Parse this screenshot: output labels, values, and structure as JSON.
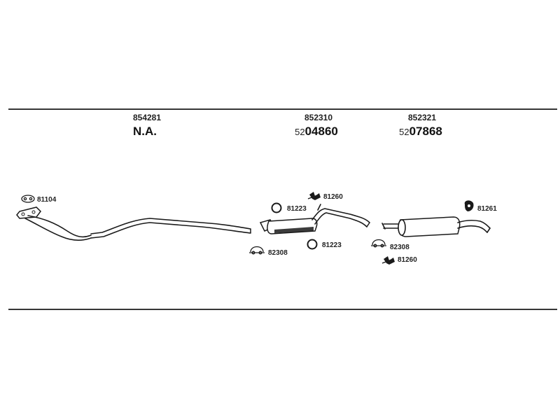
{
  "diagram": {
    "sections": [
      {
        "part_no": "854281",
        "reference": "N.A.",
        "prefix": "",
        "suffix": ""
      },
      {
        "part_no": "852310",
        "reference": "5204860",
        "prefix": "52",
        "suffix": "04860"
      },
      {
        "part_no": "852321",
        "reference": "5207868",
        "prefix": "52",
        "suffix": "07868"
      }
    ],
    "callouts": {
      "gasket": "81104",
      "hanger_mid": "81260",
      "ring_upper": "81223",
      "ring_lower": "81223",
      "clamp_left": "82308",
      "clamp_right": "82308",
      "hanger_right": "81260",
      "rubber_mount": "81261"
    }
  }
}
